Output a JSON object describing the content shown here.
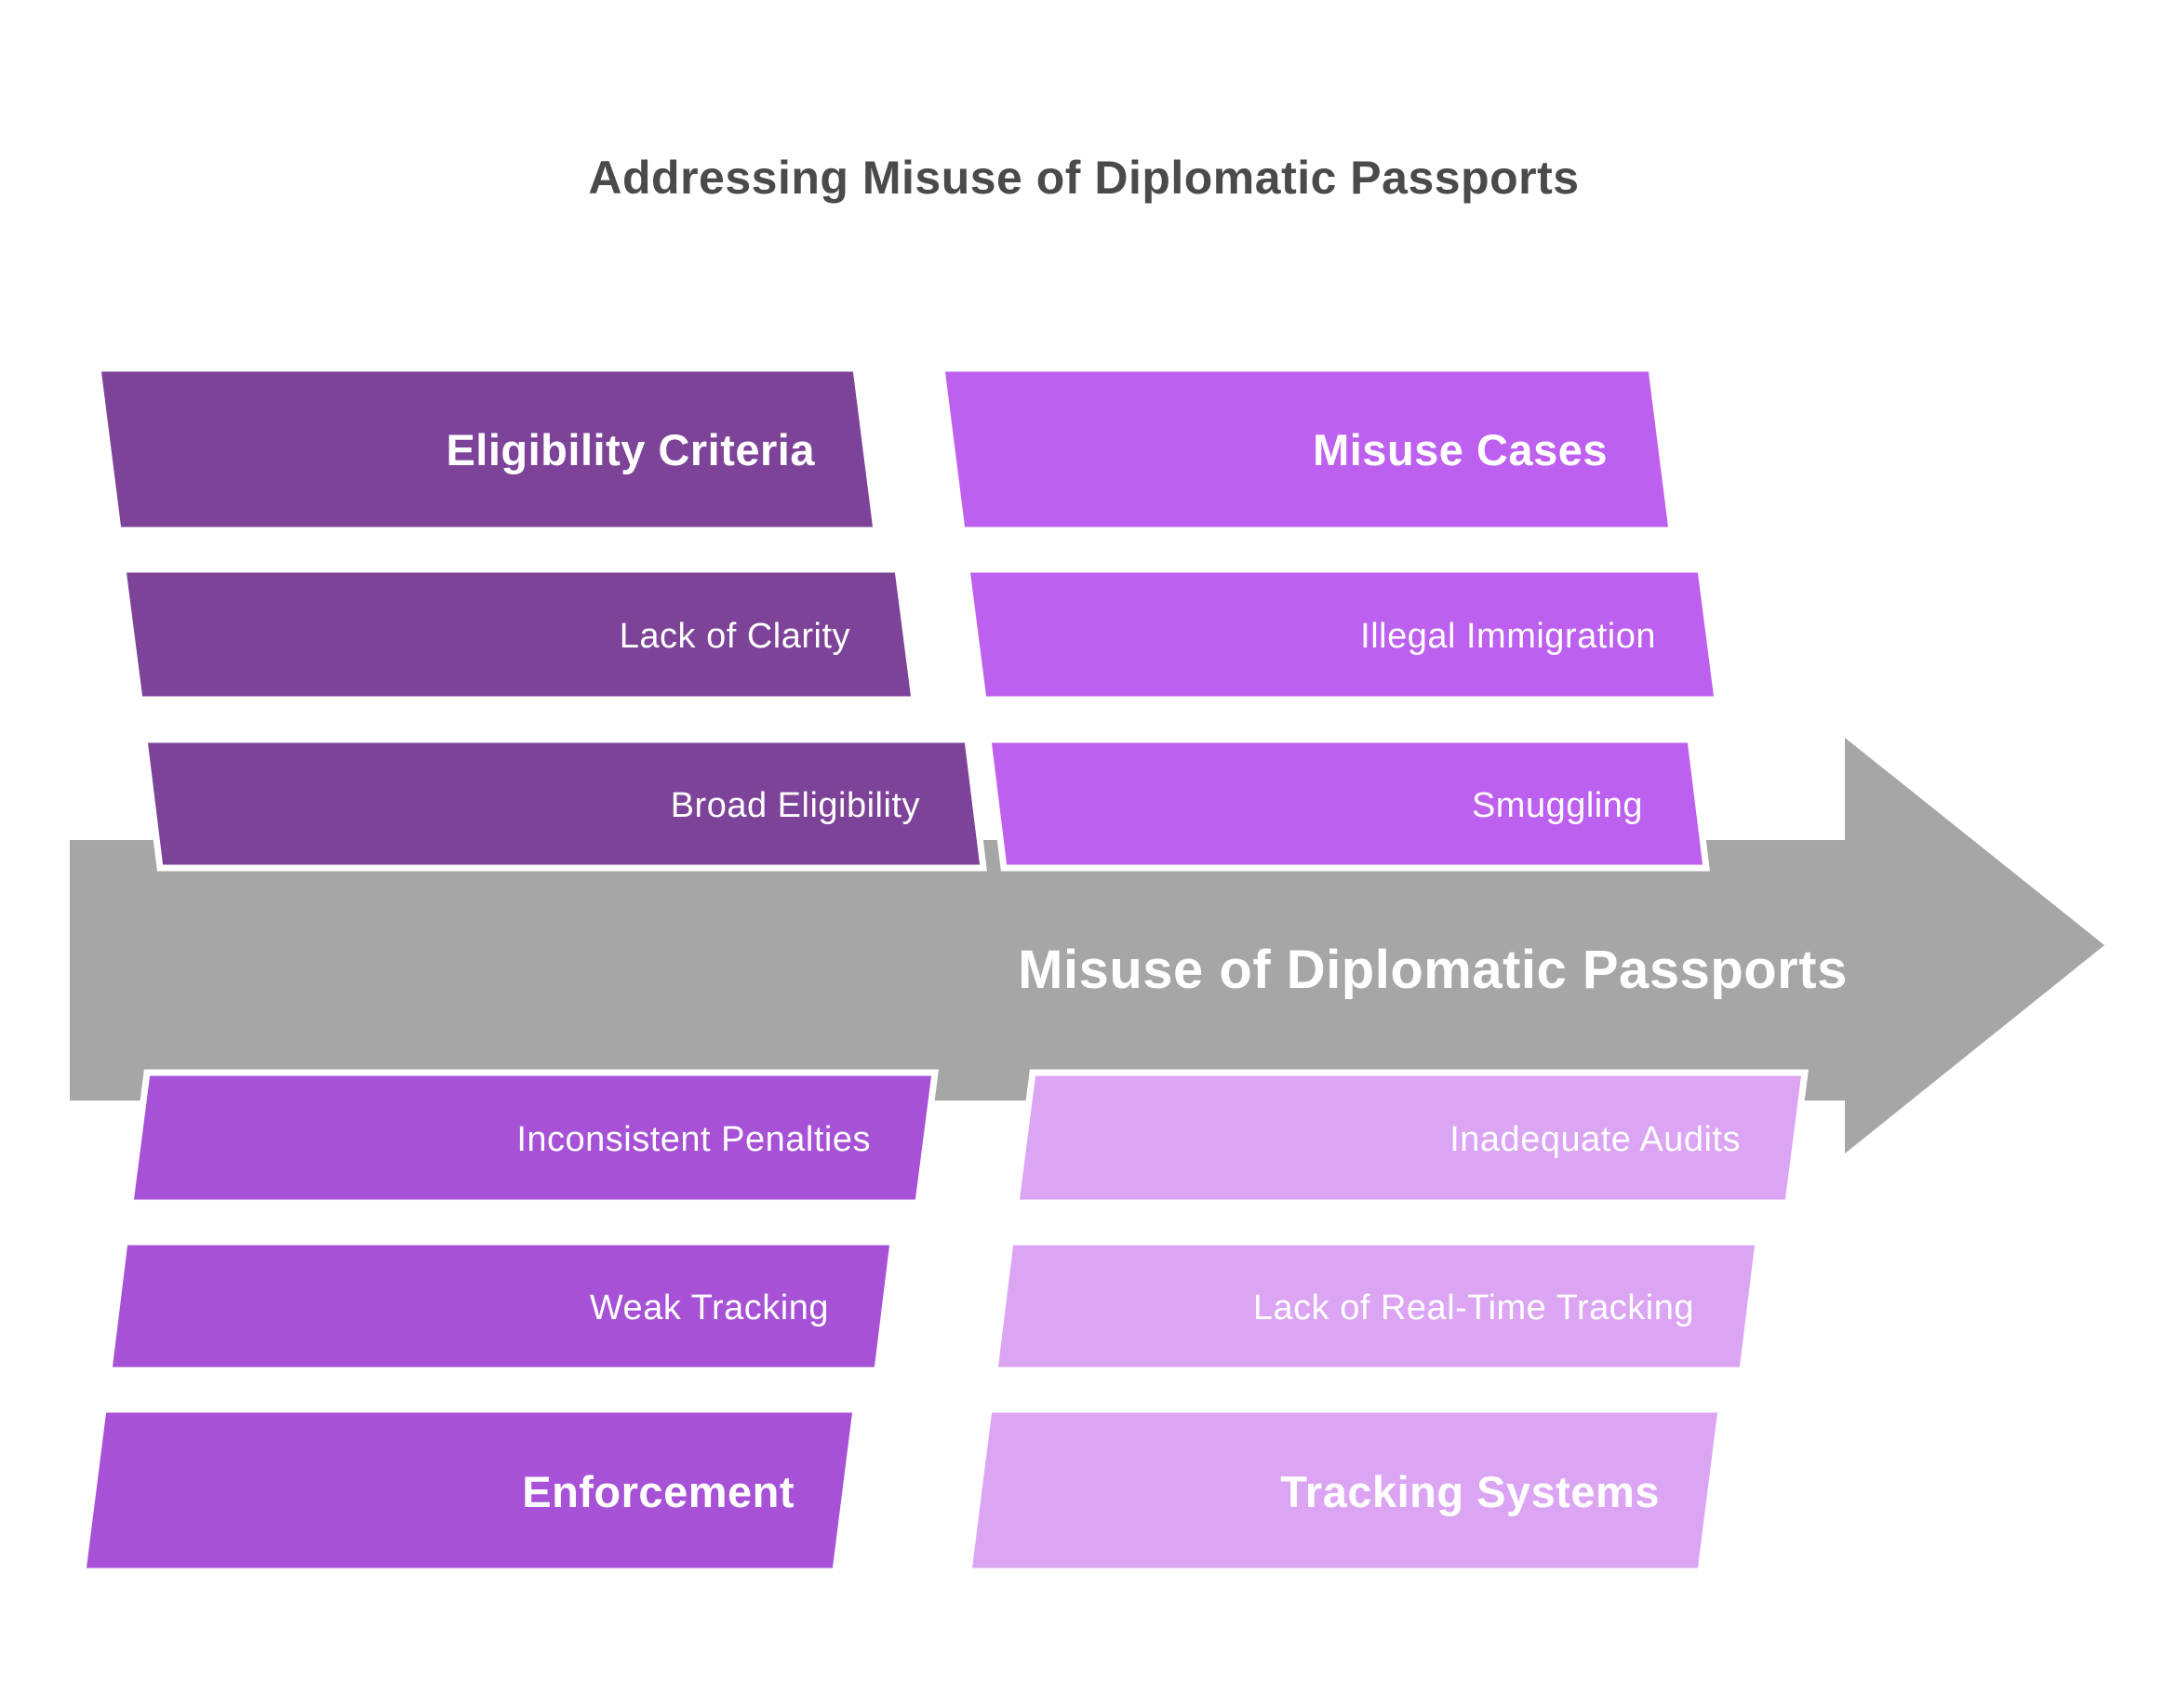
{
  "title": "Addressing Misuse of Diplomatic Passports",
  "title_color": "#4A4A4A",
  "background_color": "#FFFFFF",
  "arrow": {
    "label": "Misuse of Diplomatic Passports",
    "color": "#A6A6A6",
    "label_color": "#FFFFFF",
    "direction": "right"
  },
  "quadrants": [
    {
      "position": "top-left",
      "header": "Eligibility Criteria",
      "items": [
        "Lack of Clarity",
        "Broad Eligibility"
      ],
      "color": "#7C4399",
      "text_color": "#FFFFFF"
    },
    {
      "position": "top-right",
      "header": "Misuse Cases",
      "items": [
        "Illegal Immigration",
        "Smuggling"
      ],
      "color": "#BD60EF",
      "text_color": "#FFFFFF"
    },
    {
      "position": "bottom-left",
      "header": "Enforcement",
      "items": [
        "Inconsistent Penalties",
        "Weak Tracking"
      ],
      "color": "#A651D6",
      "text_color": "#FFFFFF"
    },
    {
      "position": "bottom-right",
      "header": "Tracking Systems",
      "items": [
        "Inadequate Audits",
        "Lack of Real-Time Tracking"
      ],
      "color": "#DCA5F4",
      "text_color": "#FFFFFF"
    }
  ]
}
